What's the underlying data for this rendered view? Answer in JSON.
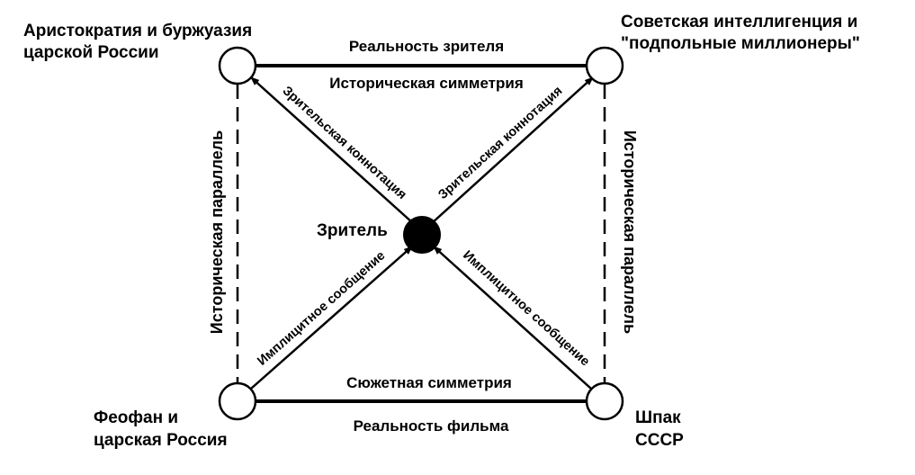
{
  "nodes": {
    "top_left": {
      "label_line1": "Аристократия и буржуазия",
      "label_line2": "царской России"
    },
    "top_right": {
      "label_line1": "Советская интеллигенция и",
      "label_line2": "\"подпольные миллионеры\""
    },
    "bottom_left": {
      "label_line1": "Феофан и",
      "label_line2": "царская Россия"
    },
    "bottom_right": {
      "label_line1": "Шпак",
      "label_line2": "СССР"
    },
    "center": {
      "label": "Зритель"
    }
  },
  "edges": {
    "top_outer": "Реальность зрителя",
    "top_inner": "Историческая симметрия",
    "bottom_inner": "Сюжетная  симметрия",
    "bottom_outer": "Реальность фильма",
    "left_vertical": "Историческая параллель",
    "right_vertical": "Историческая параллель",
    "diag_upper_left": "Зрительская коннотация",
    "diag_upper_right": "Зрительская коннотация",
    "diag_lower_left": "Имплицитное сообщение",
    "diag_lower_right": "Имплицитное сообщение"
  },
  "colors": {
    "line": "#000000",
    "node_fill": "#ffffff",
    "center_fill": "#000000"
  }
}
